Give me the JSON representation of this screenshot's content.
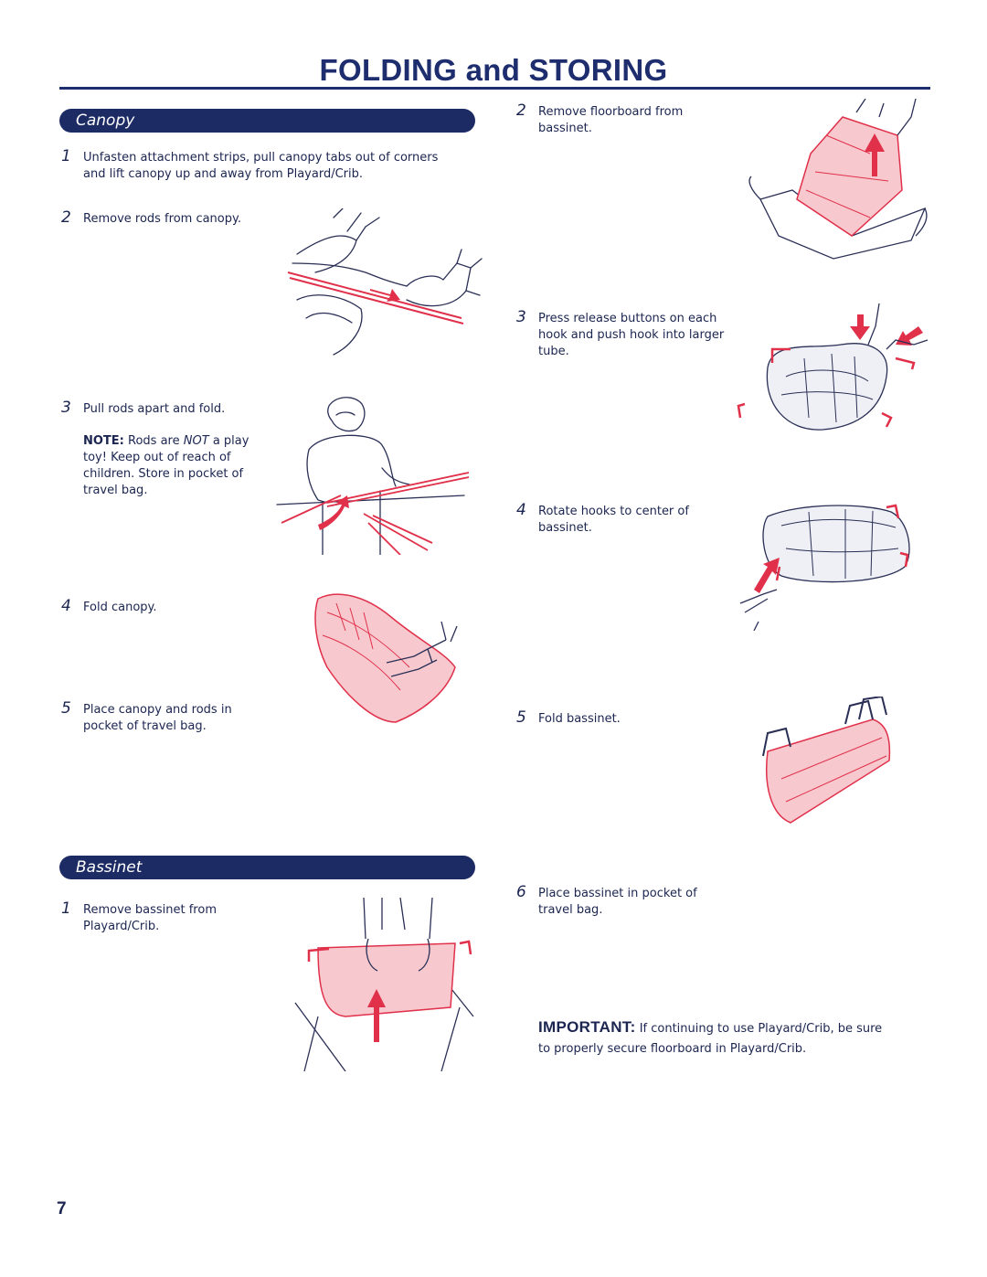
{
  "page": {
    "title": "FOLDING and STORING",
    "page_number": "7"
  },
  "canopy": {
    "heading": "Canopy",
    "steps": [
      {
        "num": "1",
        "text": "Unfasten attachment strips, pull canopy tabs out of corners and lift canopy up and away from Playard/Crib."
      },
      {
        "num": "2",
        "text": "Remove rods from canopy."
      },
      {
        "num": "3",
        "text": "Pull rods apart and fold."
      },
      {
        "num": "4",
        "text": "Fold canopy."
      },
      {
        "num": "5",
        "text": "Place canopy and rods in pocket of travel bag."
      }
    ],
    "note": {
      "label": "NOTE:",
      "pre": "Rods are",
      "emph": "NOT",
      "post": "a play toy!  Keep out of reach of children.  Store in pocket of travel bag."
    }
  },
  "bassinet": {
    "heading": "Bassinet",
    "steps": [
      {
        "num": "1",
        "text": "Remove bassinet from Playard/Crib."
      },
      {
        "num": "2",
        "text": "Remove floorboard from bassinet."
      },
      {
        "num": "3",
        "text": "Press release buttons on each hook and push hook into larger tube."
      },
      {
        "num": "4",
        "text": "Rotate hooks to center of bassinet."
      },
      {
        "num": "5",
        "text": "Fold bassinet."
      },
      {
        "num": "6",
        "text": "Place bassinet in pocket of travel bag."
      }
    ]
  },
  "important": {
    "label": "IMPORTANT:",
    "text": "If continuing to use Playard/Crib, be sure to properly secure floorboard in Playard/Crib."
  },
  "colors": {
    "navy": "#1c2b63",
    "accent_red": "#e0304a",
    "pink_fill": "#f7c9cf",
    "line": "#2a2f55"
  }
}
